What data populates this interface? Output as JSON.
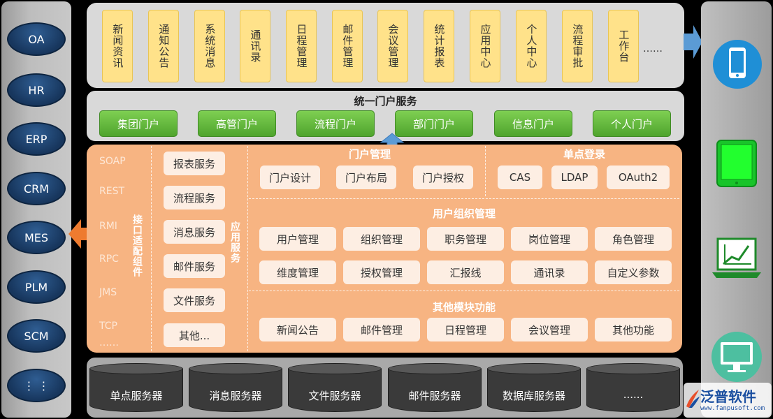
{
  "systems": [
    "OA",
    "HR",
    "ERP",
    "CRM",
    "MES",
    "PLM",
    "SCM",
    "⋮ ⋮"
  ],
  "modules": [
    "新闻资讯",
    "通知公告",
    "系统消息",
    "通讯录",
    "日程管理",
    "邮件管理",
    "会议管理",
    "统计报表",
    "应用中心",
    "个人中心",
    "流程审批",
    "工作台"
  ],
  "modules_more": "……",
  "portal": {
    "title": "统一门户服务",
    "items": [
      "集团门户",
      "高管门户",
      "流程门户",
      "部门门户",
      "信息门户",
      "个人门户"
    ]
  },
  "adapter": {
    "protocols": [
      "SOAP",
      "REST",
      "RMI",
      "RPC",
      "JMS",
      "TCP",
      "……"
    ],
    "label": "接口适配组件"
  },
  "app_services": {
    "items": [
      "报表服务",
      "流程服务",
      "消息服务",
      "邮件服务",
      "文件服务",
      "其他..."
    ],
    "label": "应用服务"
  },
  "portal_mgmt": {
    "title": "门户管理",
    "items": [
      "门户设计",
      "门户布局",
      "门户授权"
    ]
  },
  "sso": {
    "title": "单点登录",
    "items": [
      "CAS",
      "LDAP",
      "OAuth2"
    ]
  },
  "user_org": {
    "title": "用户组织管理",
    "row1": [
      "用户管理",
      "组织管理",
      "职务管理",
      "岗位管理",
      "角色管理"
    ],
    "row2": [
      "维度管理",
      "授权管理",
      "汇报线",
      "通讯录",
      "自定义参数"
    ]
  },
  "other_modules": {
    "title": "其他模块功能",
    "items": [
      "新闻公告",
      "邮件管理",
      "日程管理",
      "会议管理",
      "其他功能"
    ]
  },
  "servers": [
    "单点服务器",
    "消息服务器",
    "文件服务器",
    "邮件服务器",
    "数据库服务器",
    "......"
  ],
  "devices": [
    "mobile-phone-icon",
    "tablet-icon",
    "laptop-chart-icon",
    "desktop-monitor-icon"
  ],
  "logo": {
    "name": "泛普软件",
    "url": "www.fanpusoft.com"
  },
  "colors": {
    "orange": "#f7b482",
    "green": "#5fb83a",
    "yellow": "#ffe28a",
    "blue": "#2f6fb0",
    "navy": "#17365d"
  }
}
